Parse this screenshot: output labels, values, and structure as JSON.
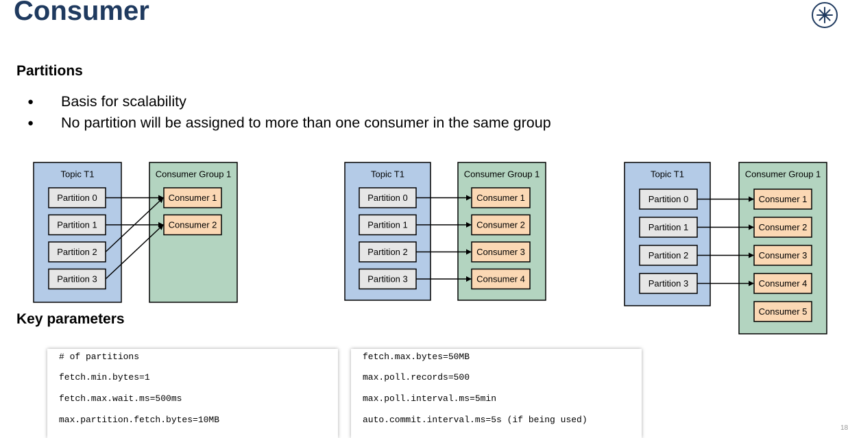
{
  "slide": {
    "title": "Consumer",
    "page_number": "18"
  },
  "partitions": {
    "heading": "Partitions",
    "bullets": [
      "Basis for scalability",
      "No partition will be assigned to more than one consumer in the same group"
    ]
  },
  "diagrams": [
    {
      "topic_label": "Topic T1",
      "group_label": "Consumer Group 1",
      "partitions": [
        "Partition 0",
        "Partition 1",
        "Partition 2",
        "Partition 3"
      ],
      "consumers": [
        "Consumer 1",
        "Consumer 2"
      ],
      "assignments": [
        [
          0,
          0
        ],
        [
          1,
          1
        ],
        [
          2,
          0
        ],
        [
          3,
          1
        ]
      ]
    },
    {
      "topic_label": "Topic T1",
      "group_label": "Consumer Group 1",
      "partitions": [
        "Partition 0",
        "Partition 1",
        "Partition 2",
        "Partition 3"
      ],
      "consumers": [
        "Consumer 1",
        "Consumer 2",
        "Consumer 3",
        "Consumer 4"
      ],
      "assignments": [
        [
          0,
          0
        ],
        [
          1,
          1
        ],
        [
          2,
          2
        ],
        [
          3,
          3
        ]
      ]
    },
    {
      "topic_label": "Topic T1",
      "group_label": "Consumer Group 1",
      "partitions": [
        "Partition 0",
        "Partition 1",
        "Partition 2",
        "Partition 3"
      ],
      "consumers": [
        "Consumer 1",
        "Consumer 2",
        "Consumer 3",
        "Consumer 4",
        "Consumer 5"
      ],
      "assignments": [
        [
          0,
          0
        ],
        [
          1,
          1
        ],
        [
          2,
          2
        ],
        [
          3,
          3
        ]
      ]
    }
  ],
  "key_parameters": {
    "heading": "Key parameters",
    "left": [
      "# of partitions",
      "fetch.min.bytes=1",
      "fetch.max.wait.ms=500ms",
      "max.partition.fetch.bytes=10MB"
    ],
    "right": [
      "fetch.max.bytes=50MB",
      "max.poll.records=500",
      "max.poll.interval.ms=5min",
      "auto.commit.interval.ms=5s (if being used)"
    ]
  },
  "colors": {
    "title": "#1f3a5f",
    "topic_fill": "#b4cbe7",
    "group_fill": "#b3d4c0",
    "partition_fill": "#e6e6e6",
    "consumer_fill": "#fbd8b4"
  }
}
